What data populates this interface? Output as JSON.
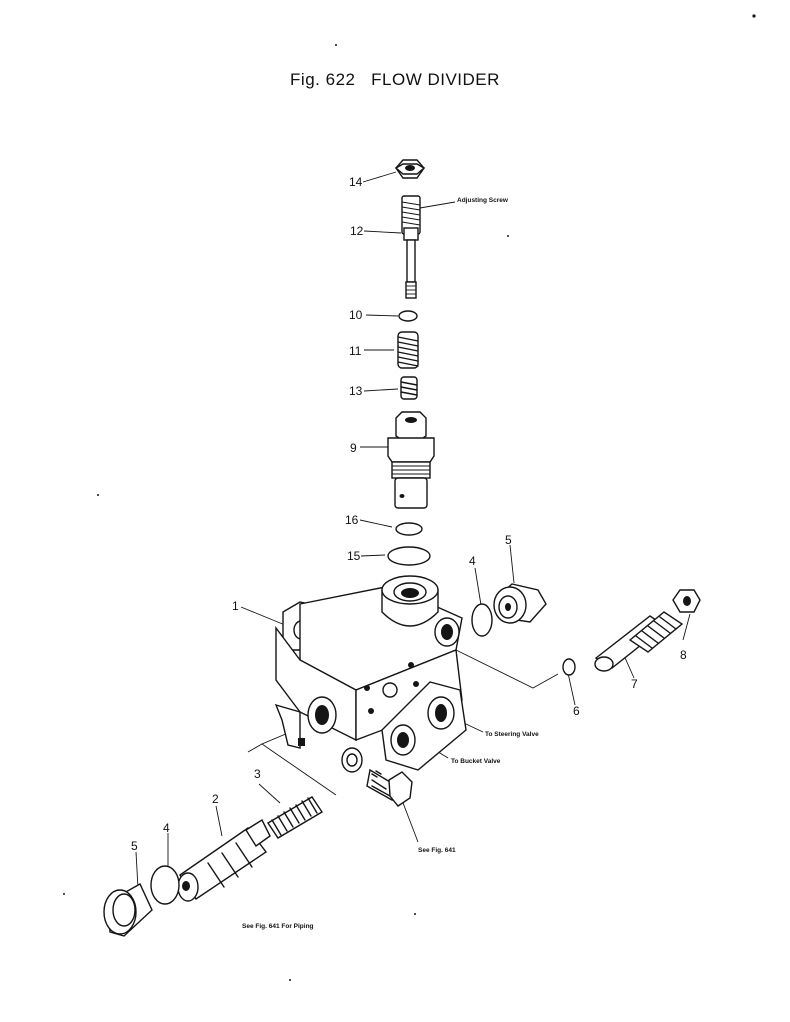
{
  "figure": {
    "title": "Fig. 622   FLOW DIVIDER"
  },
  "callouts": {
    "c14": "14",
    "c12": "12",
    "c10": "10",
    "c11": "11",
    "c13": "13",
    "c9": "9",
    "c16": "16",
    "c15": "15",
    "c1": "1",
    "c4a": "4",
    "c5a": "5",
    "c8": "8",
    "c7": "7",
    "c6": "6",
    "c3": "3",
    "c2": "2",
    "c4b": "4",
    "c5b": "5"
  },
  "notes": {
    "adjusting_screw": "Adjusting Screw",
    "to_steering_valve": "To Steering Valve",
    "to_bucket_valve": "To Bucket Valve",
    "see_fig_641": "See Fig. 641",
    "see_fig_641_piping": "See Fig. 641 For Piping"
  }
}
